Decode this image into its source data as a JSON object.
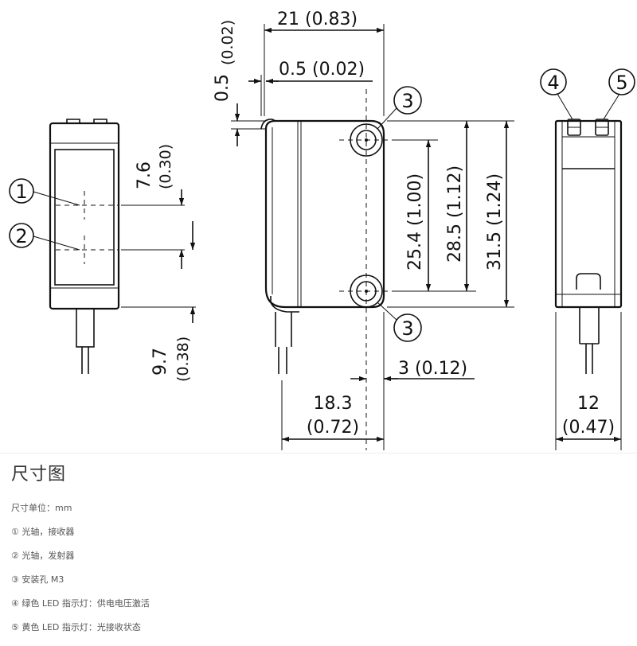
{
  "drawing": {
    "dimensions": {
      "width_21": "21 (0.83)",
      "gap_05_v_a": "0.5",
      "gap_05_v_b": "(0.02)",
      "gap_05_h": "0.5 (0.02)",
      "d_76_a": "7.6",
      "d_76_b": "(0.30)",
      "d_97_a": "9.7",
      "d_97_b": "(0.38)",
      "d_254": "25.4 (1.00)",
      "d_285": "28.5 (1.12)",
      "d_315": "31.5 (1.24)",
      "d_3": "3 (0.12)",
      "d_183_a": "18.3",
      "d_183_b": "(0.72)",
      "d_12_a": "12",
      "d_12_b": "(0.47)"
    },
    "callouts": {
      "c1": "1",
      "c2": "2",
      "c3_top": "3",
      "c3_bottom": "3",
      "c4": "4",
      "c5": "5"
    }
  },
  "legend": {
    "title": "尺寸图",
    "lines": [
      "尺寸单位：mm",
      "① 光轴，接收器",
      "② 光轴，发射器",
      "③ 安装孔 M3",
      "④ 绿色 LED 指示灯：供电电压激活",
      "⑤ 黄色 LED 指示灯：光接收状态"
    ]
  }
}
